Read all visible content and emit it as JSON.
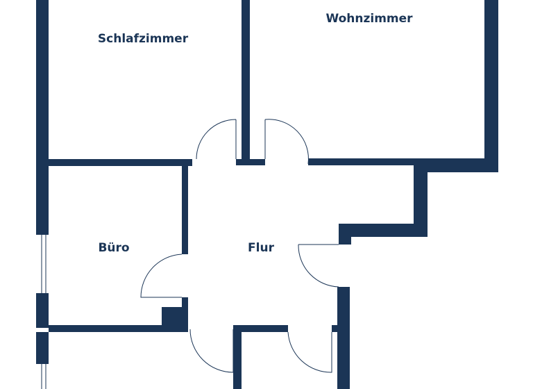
{
  "colors": {
    "wall": "#1b3556",
    "door": "#1b3556",
    "background": "#ffffff"
  },
  "rooms": {
    "schlafzimmer": "Schlafzimmer",
    "wohnzimmer": "Wohnzimmer",
    "buero": "Büro",
    "flur": "Flur"
  }
}
